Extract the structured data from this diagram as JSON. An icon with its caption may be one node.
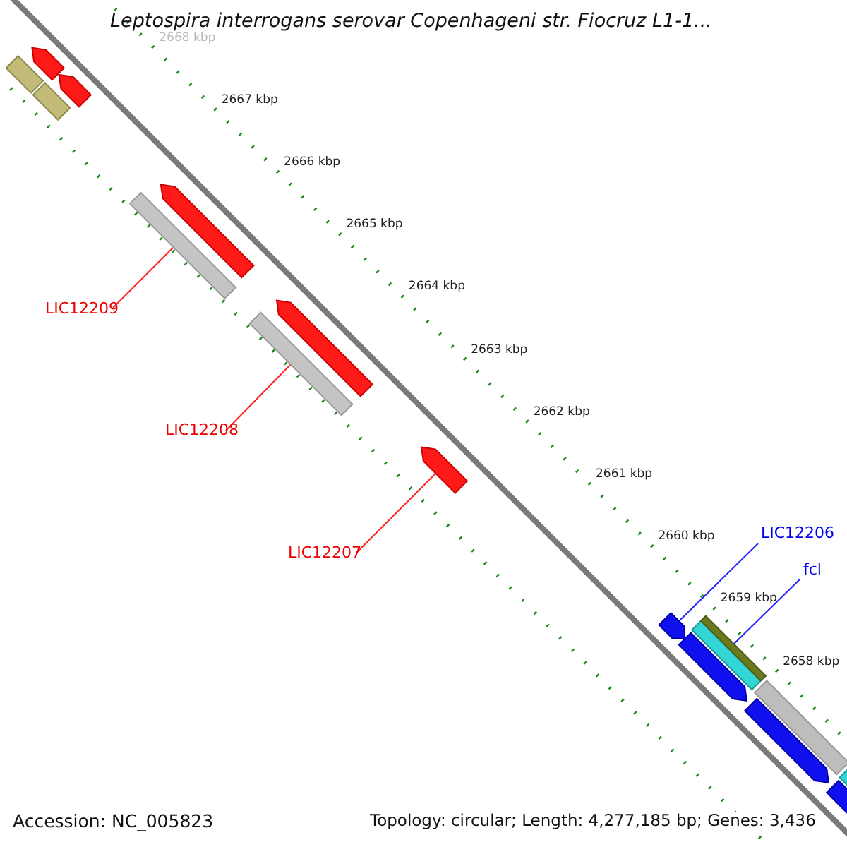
{
  "diagram": {
    "title": "Leptospira interrogans serovar Copenhageni str. Fiocruz L1-1...",
    "nodes": [
      {
        "text": [
          "LIC12209"
        ]
      },
      {
        "text": [],
        "shape": "bar"
      },
      {
        "text": [
          "LIC12208"
        ]
      },
      {
        "text": [],
        "shape": "bar"
      },
      {
        "text": [
          "LIC12207"
        ]
      },
      {
        "text": [],
        "shape": "arrow"
      },
      {
        "text": [
          "LIC12206"
        ]
      },
      {
        "text": [],
        "shape": "arrow"
      },
      {
        "text": [
          "fcl"
        ]
      },
      {
        "text": [],
        "shape": "bar"
      }
    ],
    "edges": [
      {
        "from": 0,
        "to": 1,
        "arrow": "none"
      },
      {
        "from": 2,
        "to": 3,
        "arrow": "none"
      },
      {
        "from": 4,
        "to": 5,
        "arrow": "none"
      },
      {
        "from": 6,
        "to": 7,
        "arrow": "none",
        "color": "#2222ff"
      },
      {
        "from": 8,
        "to": 9,
        "arrow": "none",
        "color": "#2222ff"
      }
    ],
    "labels": [
      "2668 kbp",
      "2667 kbp",
      "2666 kbp",
      "2665 kbp",
      "2664 kbp",
      "2663 kbp",
      "2662 kbp",
      "2661 kbp",
      "2660 kbp",
      "2659 kbp",
      "2658 kbp",
      "Accession: NC_005823",
      "Topology: circular; Length: 4,277,185 bp; Genes: 3,436"
    ]
  }
}
